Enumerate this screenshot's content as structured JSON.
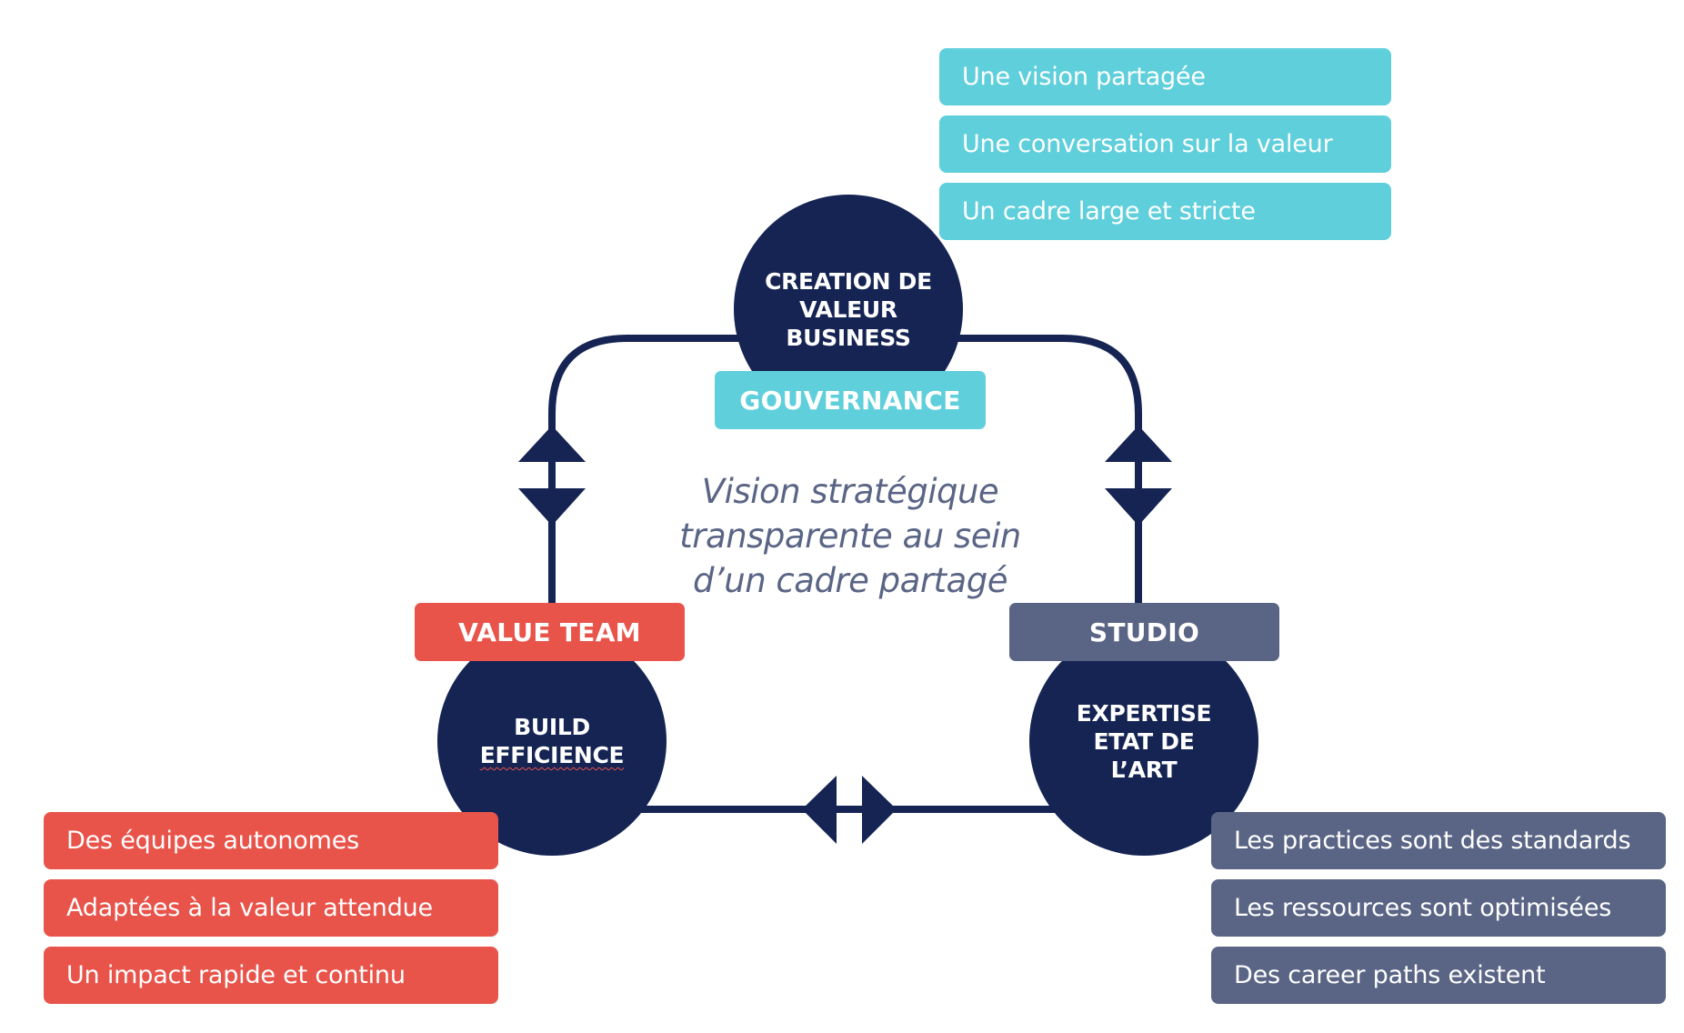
{
  "colors": {
    "navy": "#152453",
    "cyan": "#5ecfdb",
    "red": "#e8534a",
    "slate": "#5a6585",
    "text_muted": "#5a6585"
  },
  "top_node": {
    "circle_label": "CREATION DE\nVALEUR BUSINESS",
    "tag": "GOUVERNANCE",
    "items": [
      "Une vision partagée",
      "Une conversation sur la valeur",
      "Un cadre large et stricte"
    ]
  },
  "left_node": {
    "tag": "VALUE TEAM",
    "circle_line1": "BUILD",
    "circle_line2": "EFFICIENCE",
    "items": [
      "Des équipes autonomes",
      "Adaptées à la valeur attendue",
      "Un impact rapide et continu"
    ]
  },
  "right_node": {
    "tag": "STUDIO",
    "circle_label": "EXPERTISE\nETAT DE\nL’ART",
    "items": [
      "Les practices sont des standards",
      "Les ressources sont optimisées",
      "Des career paths existent"
    ]
  },
  "center": {
    "lines": [
      "Vision stratégique",
      "transparente au sein",
      "d’un cadre partagé"
    ]
  },
  "connectors": [
    {
      "from": "left_node",
      "to": "top_node",
      "direction": "bidirectional"
    },
    {
      "from": "right_node",
      "to": "top_node",
      "direction": "bidirectional"
    },
    {
      "from": "left_node",
      "to": "right_node",
      "direction": "bidirectional"
    }
  ]
}
